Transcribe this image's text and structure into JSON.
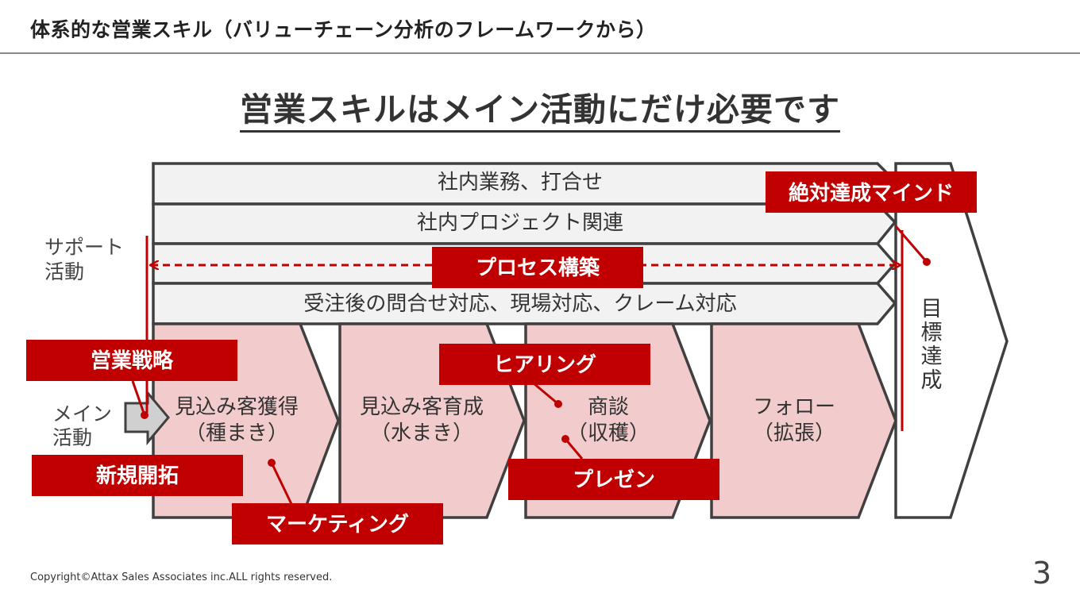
{
  "header": {
    "title": "体系的な営業スキル（バリューチェーン分析のフレームワークから）"
  },
  "main_heading": "営業スキルはメイン活動にだけ必要です",
  "support": {
    "label_line1": "サポート",
    "label_line2": "活動",
    "bars": [
      "社内業務、打合せ",
      "社内プロジェクト関連",
      "",
      "受注後の問合せ対応、現場対応、クレーム対応"
    ]
  },
  "main": {
    "label_line1": "メイン",
    "label_line2": "活動",
    "stages": [
      {
        "line1": "見込み客獲得",
        "line2": "（種まき）"
      },
      {
        "line1": "見込み客育成",
        "line2": "（水まき）"
      },
      {
        "line1": "商談",
        "line2": "（収穫）"
      },
      {
        "line1": "フォロー",
        "line2": "（拡張）"
      }
    ]
  },
  "goal": {
    "chars": [
      "目",
      "標",
      "達",
      "成"
    ]
  },
  "skills": {
    "mindset": "絶対達成マインド",
    "process": "プロセス構築",
    "strategy": "営業戦略",
    "new_business": "新規開拓",
    "marketing": "マーケティング",
    "hearing": "ヒアリング",
    "presentation": "プレゼン"
  },
  "colors": {
    "accent": "#c00000",
    "pink": "#f2cccc",
    "gray": "#f2f2f2",
    "outline": "#404040"
  },
  "footer": {
    "copyright": "Copyright©Attax Sales Associates inc.ALL rights reserved.",
    "page": "3"
  }
}
